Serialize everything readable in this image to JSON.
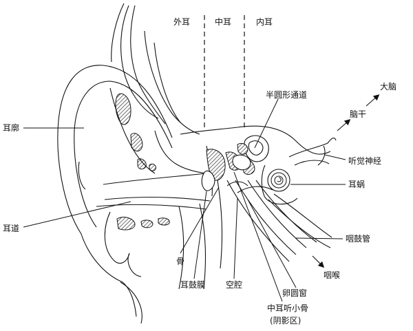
{
  "regions": {
    "outer": "外耳",
    "middle": "中耳",
    "inner": "内耳"
  },
  "labels": {
    "auricle": "耳廓",
    "ear_canal": "耳道",
    "semicircular_canals": "半圆形通道",
    "brain": "大脑",
    "brainstem": "脑干",
    "auditory_nerve": "听觉神经",
    "cochlea": "耳蜗",
    "eustachian_tube": "咽鼓管",
    "throat": "咽喉",
    "bone": "骨",
    "eardrum": "耳鼓膜",
    "cavity": "空腔",
    "oval_window": "卵圆窗",
    "ossicles_line1": "中耳听小骨",
    "ossicles_line2": "(阴影区)"
  }
}
